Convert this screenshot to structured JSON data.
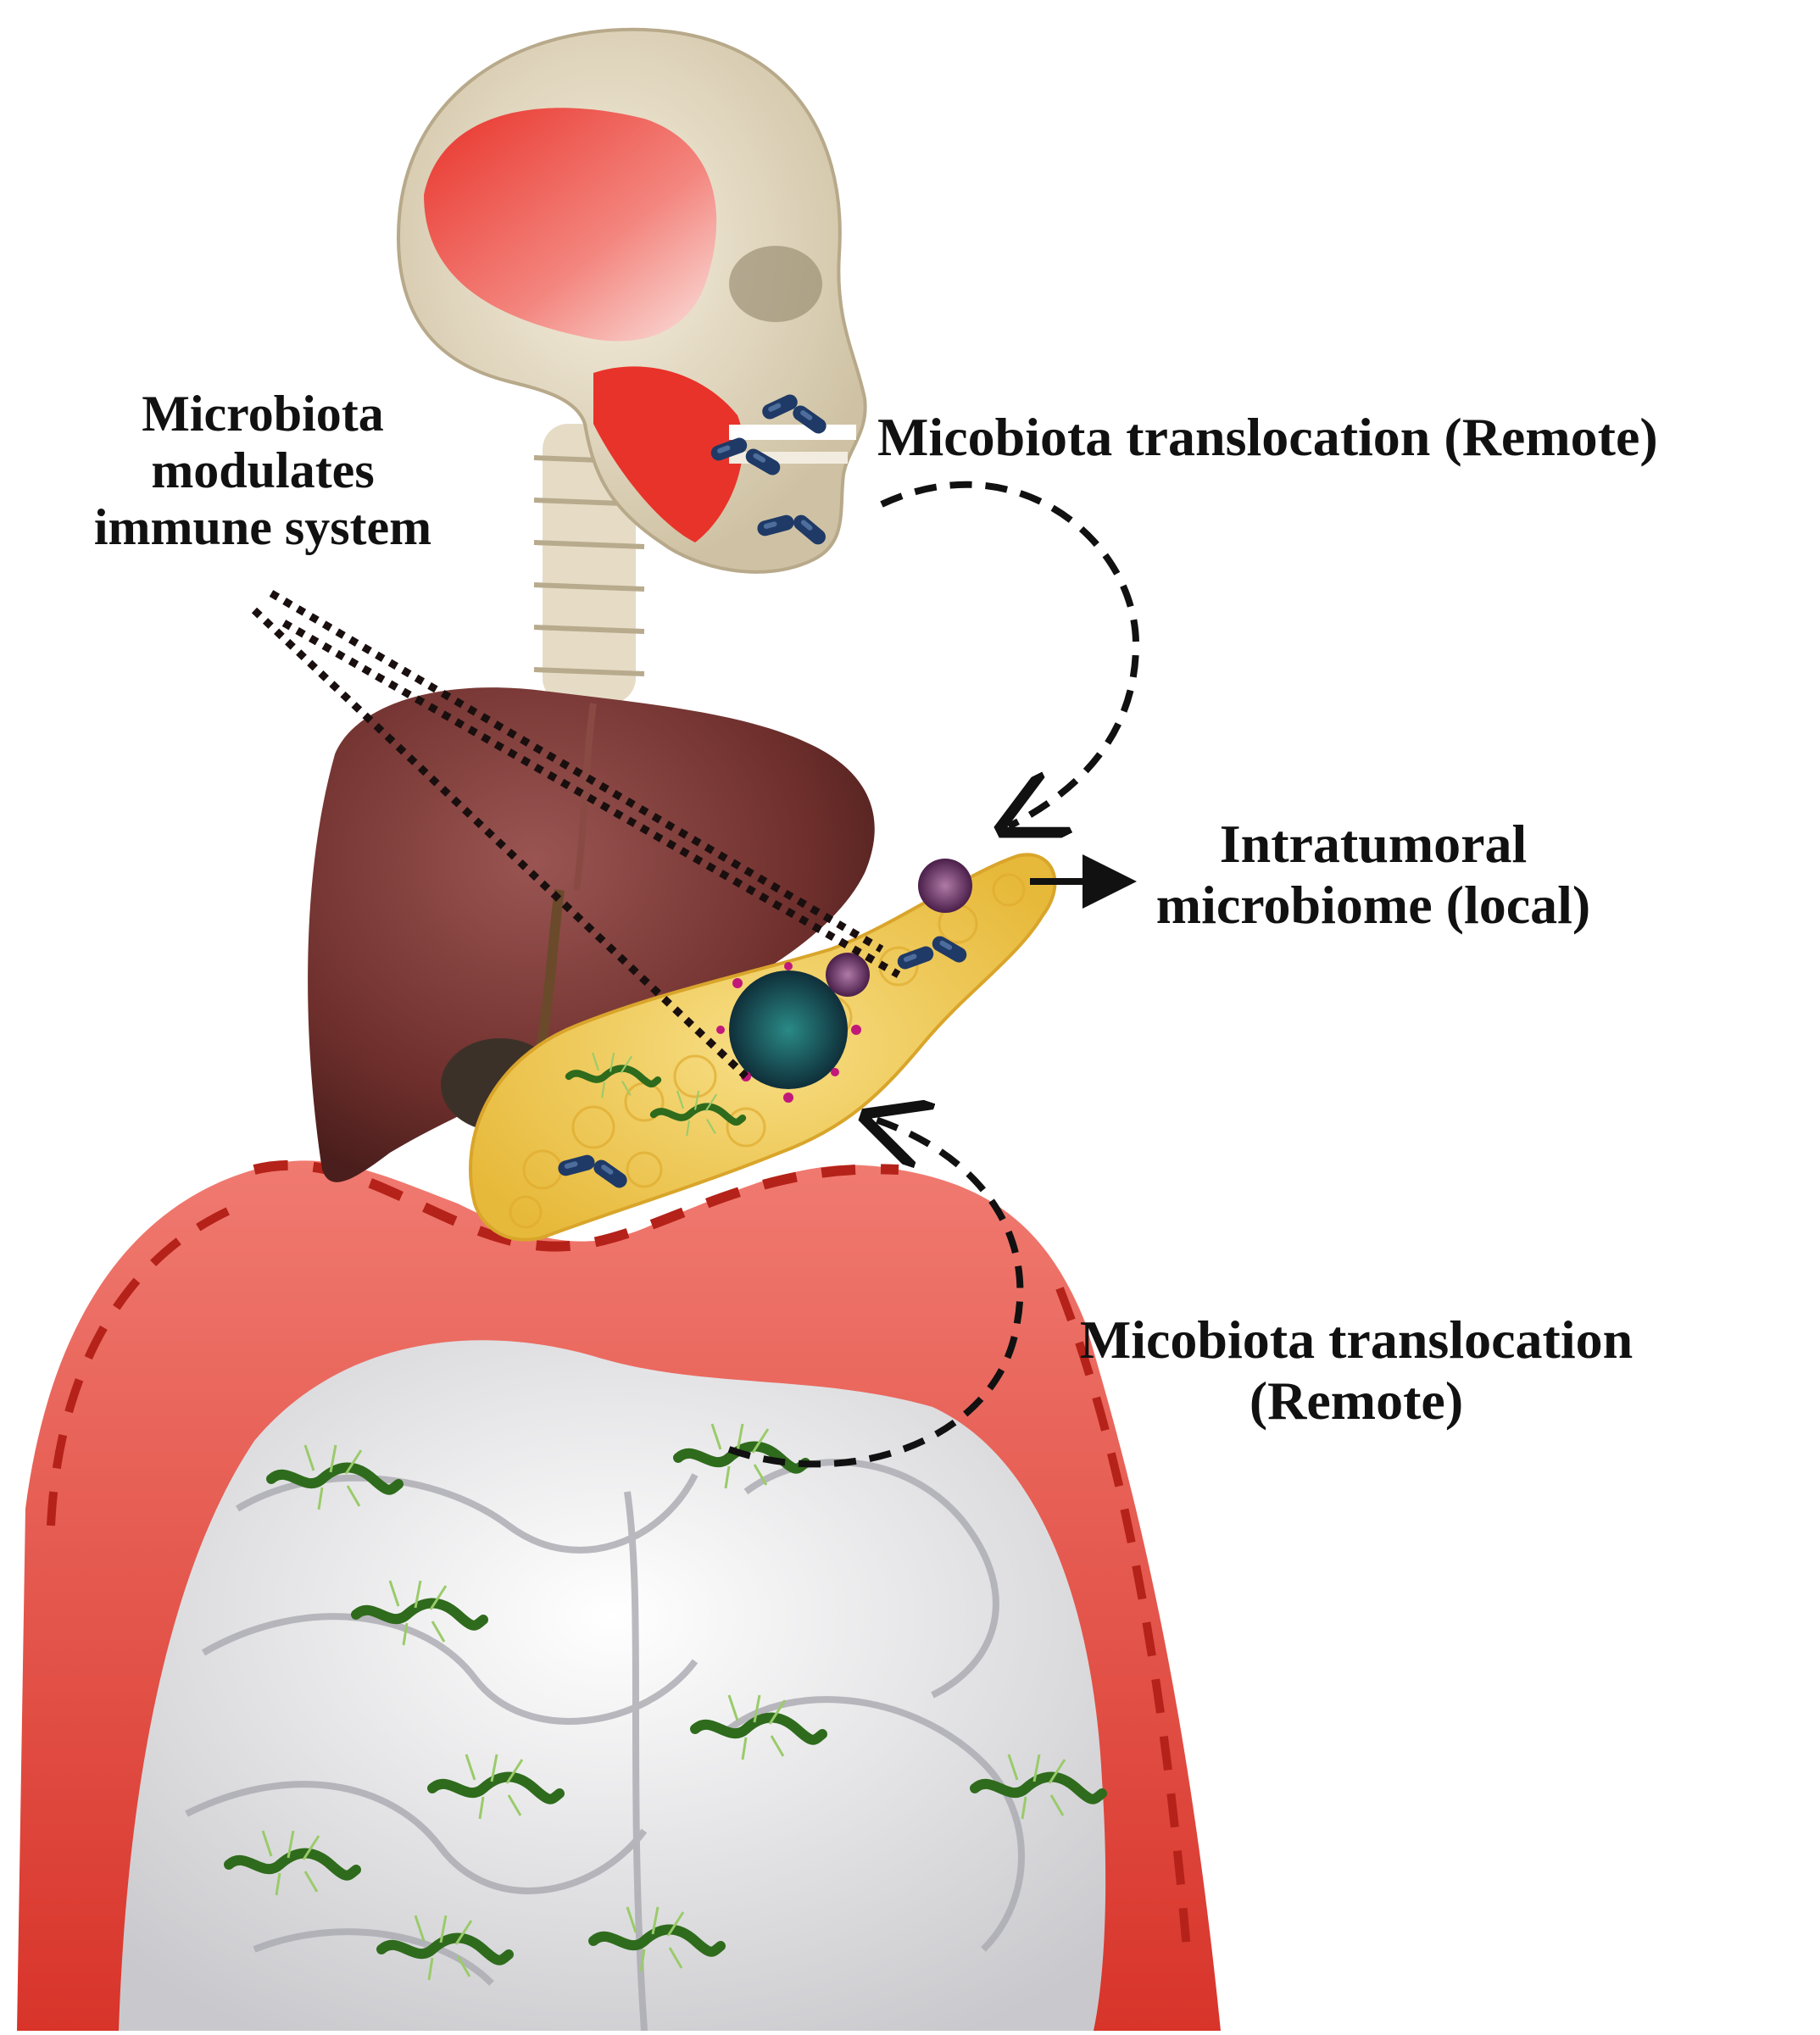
{
  "labels": {
    "immune": [
      "Microbiota",
      "modulates",
      "immune system"
    ],
    "remote_top": "Micobiota translocation (Remote)",
    "intratumoral": [
      "Intratumoral",
      "microbiome (local)"
    ],
    "remote_bottom": [
      "Micobiota translocation",
      "(Remote)"
    ]
  },
  "colors": {
    "skull": "#e8dcc2",
    "muscle": "#e8332a",
    "liver": "#6e2f2c",
    "pancreas": "#f1c94a",
    "colon": "#e14b3f",
    "small_intestine": "#dcdcdc",
    "bacteria_oral": "#1f3a66",
    "bacteria_gut": "#2f6b1c",
    "tumor": "#1e6a6e",
    "arrows": "#111111"
  },
  "icons": [
    "skull-icon",
    "liver-icon",
    "pancreas-icon",
    "colon-icon",
    "bacteria-icon",
    "tumor-icon"
  ]
}
